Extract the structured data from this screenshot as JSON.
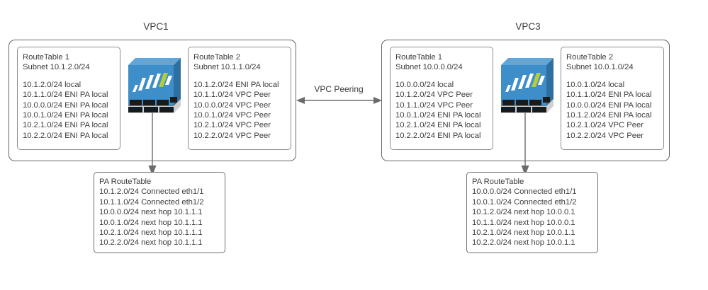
{
  "diagram": {
    "title_left": "VPC1",
    "title_right": "VPC3",
    "peering_label": "VPC Peering",
    "colors": {
      "appliance_body": "#3d8ec9",
      "appliance_top": "#62a6d8",
      "appliance_side": "#2f6fa0",
      "accent_green": "#b5cc3a",
      "slash_white": "#ffffff",
      "base_dark": "#1a1a1a",
      "border_grey": "#666666",
      "box_border": "#8d8d8d",
      "text": "#3d3d3d",
      "background": "#ffffff"
    }
  },
  "vpc1": {
    "name": "VPC1",
    "route_table_1": {
      "title": "RouteTable 1",
      "subnet": "Subnet 10.1.2.0/24",
      "routes": [
        "10.1.2.0/24 local",
        "10.1.1.0/24 ENI PA local",
        "10.0.0.0/24 ENI PA local",
        "10.0.1.0/24 ENI PA local",
        "10.2.1.0/24 ENI PA local",
        "10.2.2.0/24 ENI PA local"
      ]
    },
    "route_table_2": {
      "title": "RouteTable 2",
      "subnet": "Subnet 10.1.1.0/24",
      "routes": [
        "10.1.2.0/24 ENI PA local",
        "10.1.1.0/24 VPC Peer",
        "10.0.0.0/24 VPC Peer",
        "10.0.1.0/24 VPC Peer",
        "10.2.1.0/24 VPC Peer",
        "10.2.2.0/24 VPC Peer"
      ]
    },
    "appliance": "palo-alto-firewall",
    "pa_route_table": {
      "title": "PA RouteTable",
      "routes": [
        "10.1.2.0/24 Connected eth1/1",
        "10.1.1.0/24 Connected eth1/2",
        "10.0.0.0/24 next hop 10.1.1.1",
        "10.0.1.0/24 next hop 10.1.1.1",
        "10.2.1.0/24 next hop 10.1.1.1",
        "10.2.2.0/24 next hop 10.1.1.1"
      ]
    }
  },
  "vpc3": {
    "name": "VPC3",
    "route_table_1": {
      "title": "RouteTable 1",
      "subnet": "Subnet 10.0.0.0/24",
      "routes": [
        "10.0.0.0/24 local",
        "10.1.2.0/24 VPC Peer",
        "10.1.1.0/24 VPC Peer",
        "10.0.1.0/24 ENI PA local",
        "10.2.1.0/24 ENI PA local",
        "10.2.2.0/24 ENI PA local"
      ]
    },
    "route_table_2": {
      "title": "RouteTable 2",
      "subnet": "Subnet 10.0.1.0/24",
      "routes": [
        "10.0.1.0/24 local",
        "10.1.1.0/24 ENI PA local",
        "10.0.0.0/24 ENI PA local",
        "10.1.2.0/24 ENI PA local",
        "10.2.1.0/24 VPC Peer",
        "10.2.2.0/24 VPC Peer"
      ]
    },
    "appliance": "palo-alto-firewall",
    "pa_route_table": {
      "title": "PA RouteTable",
      "routes": [
        "10.0.0.0/24 Connected eth1/1",
        "10.0.1.0/24 Connected eth1/2",
        "10.1.2.0/24 next hop 10.0.0.1",
        "10.1.1.0/24 next hop 10.0.0.1",
        "10.2.1.0/24 next hop 10.0.1.1",
        "10.2.2.0/24 next hop 10.0.1.1"
      ]
    }
  }
}
